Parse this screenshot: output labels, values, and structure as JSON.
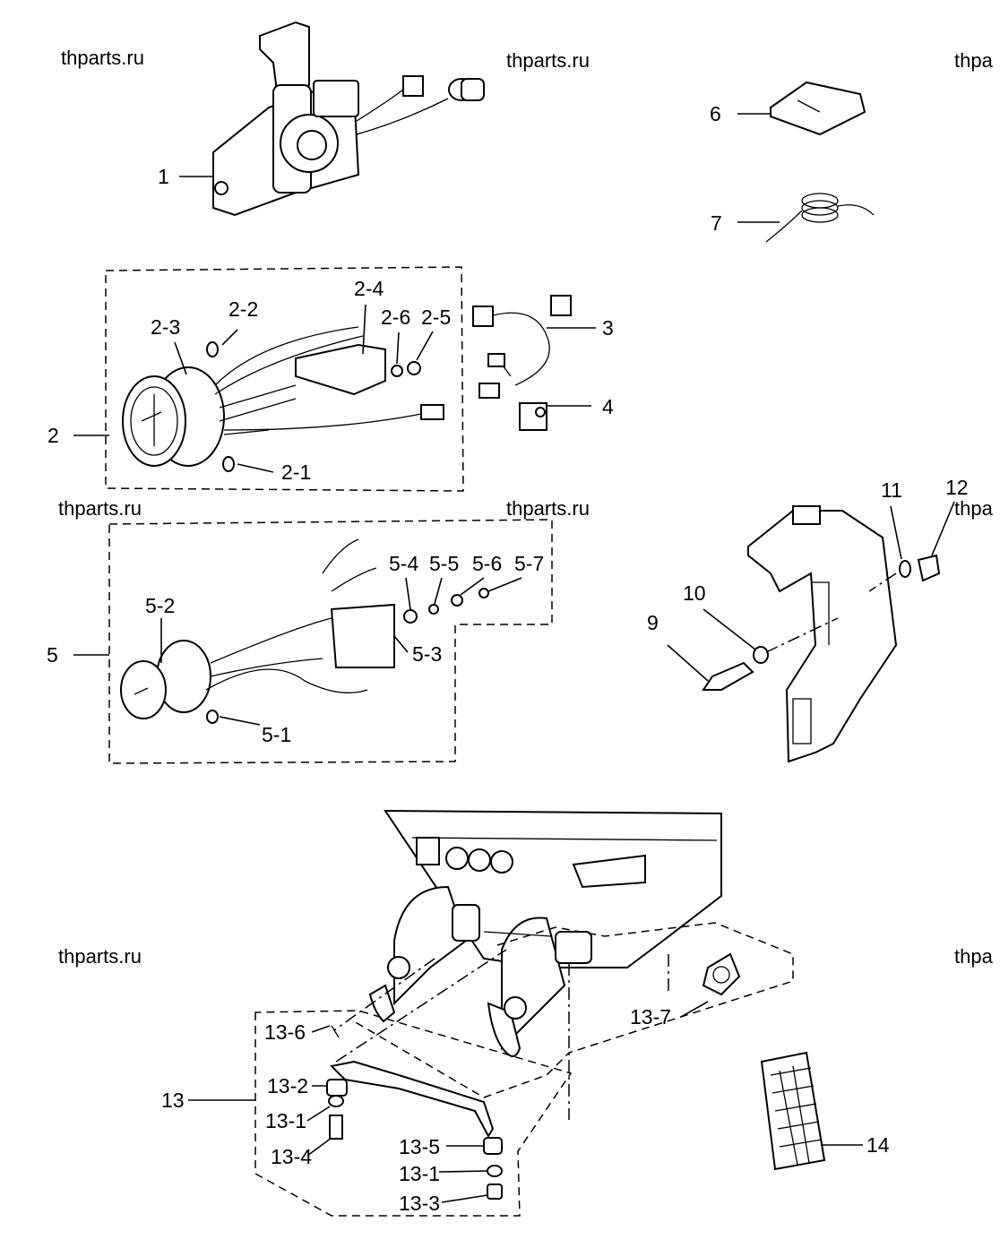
{
  "watermarks": [
    "thparts.ru",
    "thparts.ru",
    "thpa",
    "thparts.ru",
    "thparts.ru",
    "thpa",
    "thparts.ru",
    "thpa"
  ],
  "labels": {
    "p1": "1",
    "p2": "2",
    "p2_1": "2-1",
    "p2_2": "2-2",
    "p2_3": "2-3",
    "p2_4": "2-4",
    "p2_5": "2-5",
    "p2_6": "2-6",
    "p3": "3",
    "p4": "4",
    "p5": "5",
    "p5_1": "5-1",
    "p5_2": "5-2",
    "p5_3": "5-3",
    "p5_4": "5-4",
    "p5_5": "5-5",
    "p5_6": "5-6",
    "p5_7": "5-7",
    "p6": "6",
    "p7": "7",
    "p9": "9",
    "p10": "10",
    "p11": "11",
    "p12": "12",
    "p13": "13",
    "p13_1a": "13-1",
    "p13_1b": "13-1",
    "p13_2": "13-2",
    "p13_3": "13-3",
    "p13_4": "13-4",
    "p13_5": "13-5",
    "p13_6": "13-6",
    "p13_7": "13-7",
    "p14": "14"
  }
}
